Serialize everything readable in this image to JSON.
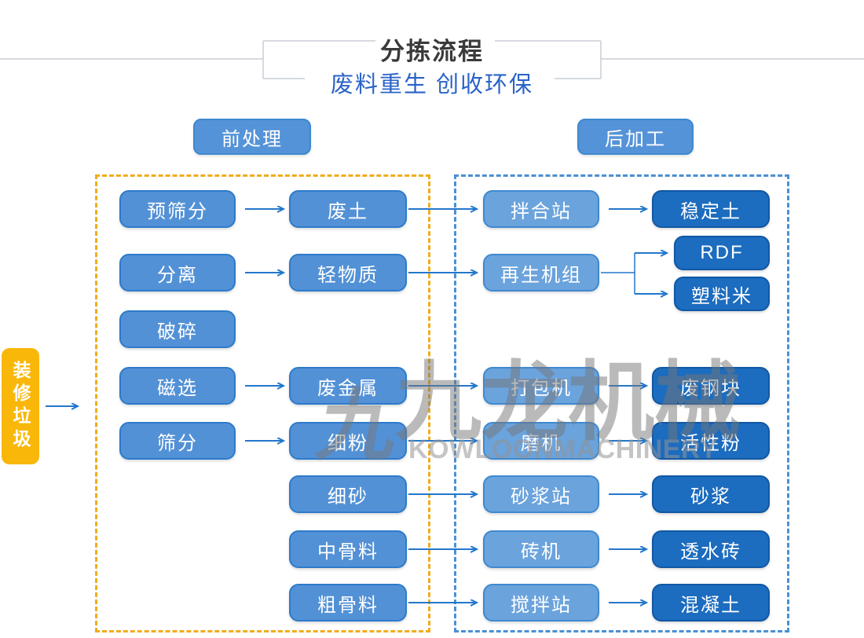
{
  "page": {
    "title": "分拣流程",
    "subtitle": "废料重生 创收环保"
  },
  "sections": {
    "pre_label": "前处理",
    "post_label": "后加工"
  },
  "source_label": "装修垃圾",
  "flow": {
    "stage1": [
      "预筛分",
      "分离",
      "破碎",
      "磁选",
      "筛分"
    ],
    "stage2": [
      "废土",
      "轻物质",
      "废金属",
      "细粉",
      "细砂",
      "中骨料",
      "粗骨料"
    ],
    "stage3": [
      "拌合站",
      "再生机组",
      "打包机",
      "磨机",
      "砂浆站",
      "砖机",
      "搅拌站"
    ],
    "stage4": [
      "稳定土",
      "RDF",
      "塑料米",
      "废钢块",
      "活性粉",
      "砂浆",
      "透水砖",
      "混凝土"
    ]
  },
  "watermark": {
    "logo_glyph": "九",
    "cn": "九龙机械",
    "en": "KOWLOONMACHINERY"
  },
  "colors": {
    "stage12_fill": "#5391d6",
    "stage3_fill": "#6ba3dc",
    "stage4_fill": "#1c6cbf",
    "accent_yellow": "#f9b70a",
    "dashed_yellow": "#f0ad1b",
    "dashed_blue": "#4a90d2",
    "arrow_blue": "#2377cb",
    "subtitle_blue": "#2a63c8"
  }
}
